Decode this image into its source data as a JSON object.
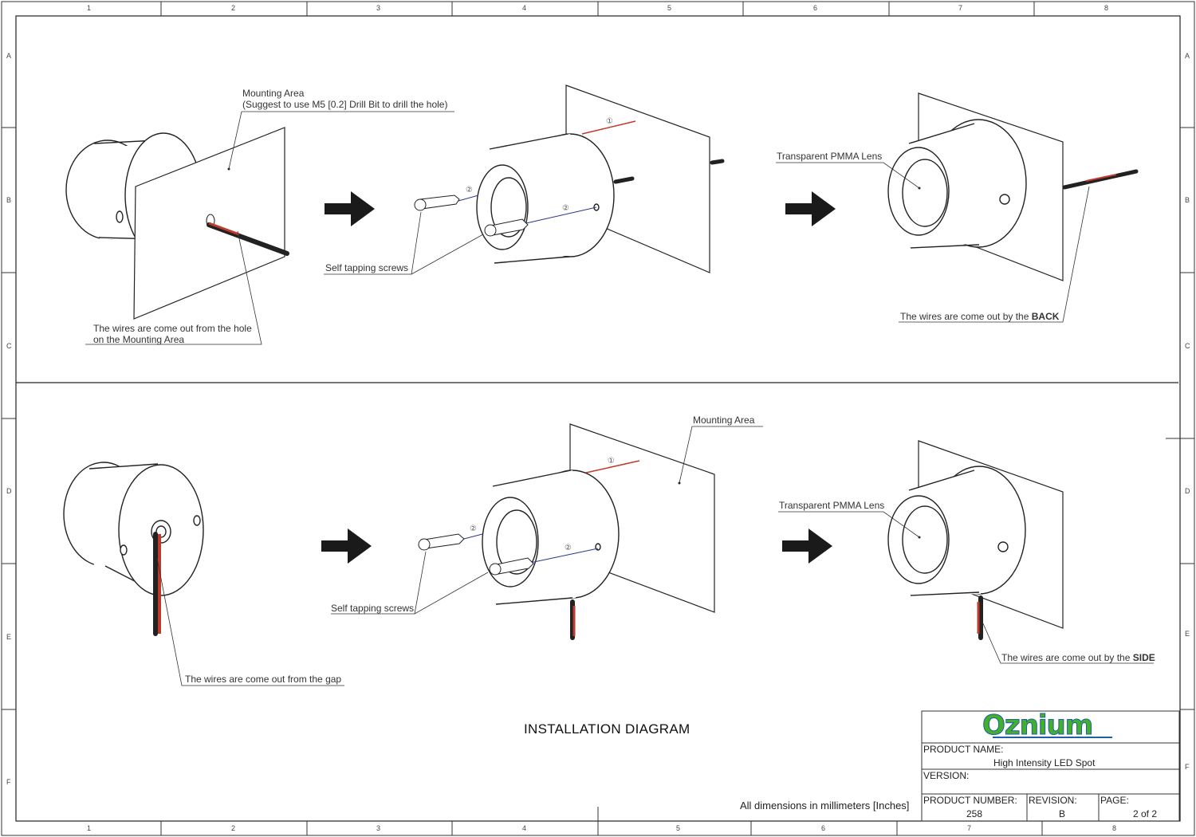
{
  "ruler": {
    "top_cols": [
      "1",
      "2",
      "3",
      "4",
      "5",
      "6",
      "7",
      "8"
    ],
    "bottom_cols": [
      "1",
      "2",
      "3",
      "4",
      "5",
      "6",
      "7",
      "8"
    ],
    "rows": [
      "A",
      "B",
      "C",
      "D",
      "E",
      "F"
    ]
  },
  "step1": {
    "mounting_area": "Mounting Area",
    "drill_hint": "(Suggest to use M5 [0.2] Drill Bit to drill the hole)",
    "wires_hole_1": "The wires are come out from the hole",
    "wires_hole_2": "on the Mounting Area"
  },
  "step2": {
    "screws": "Self tapping screws",
    "marker_1": "①",
    "marker_2": "②"
  },
  "step3": {
    "lens": "Transparent PMMA Lens",
    "wires_back_prefix": "The wires are come out by the ",
    "wires_back_em": "BACK"
  },
  "step4": {
    "wires_gap": "The wires are come out from the gap"
  },
  "step5": {
    "mounting_area": "Mounting Area",
    "screws": "Self tapping screws"
  },
  "step6": {
    "lens": "Transparent PMMA Lens",
    "wires_side_prefix": "The wires are come out by the ",
    "wires_side_em": "SIDE"
  },
  "title": "INSTALLATION DIAGRAM",
  "dimensions_note": "All dimensions in millimeters [Inches]",
  "title_block": {
    "logo": "Oznium",
    "product_name_label": "PRODUCT NAME:",
    "product_name": "High Intensity LED Spot",
    "version_label": "VERSION:",
    "product_number_label": "PRODUCT NUMBER:",
    "product_number": "258",
    "revision_label": "REVISION:",
    "revision": "B",
    "page_label": "PAGE:",
    "page": "2 of 2"
  },
  "colors": {
    "wire_red": "#c0392b",
    "wire_black": "#222222",
    "logo_green": "#43b02a",
    "logo_blue": "#1e5fa8",
    "leader_blue": "#2b3a8c"
  }
}
